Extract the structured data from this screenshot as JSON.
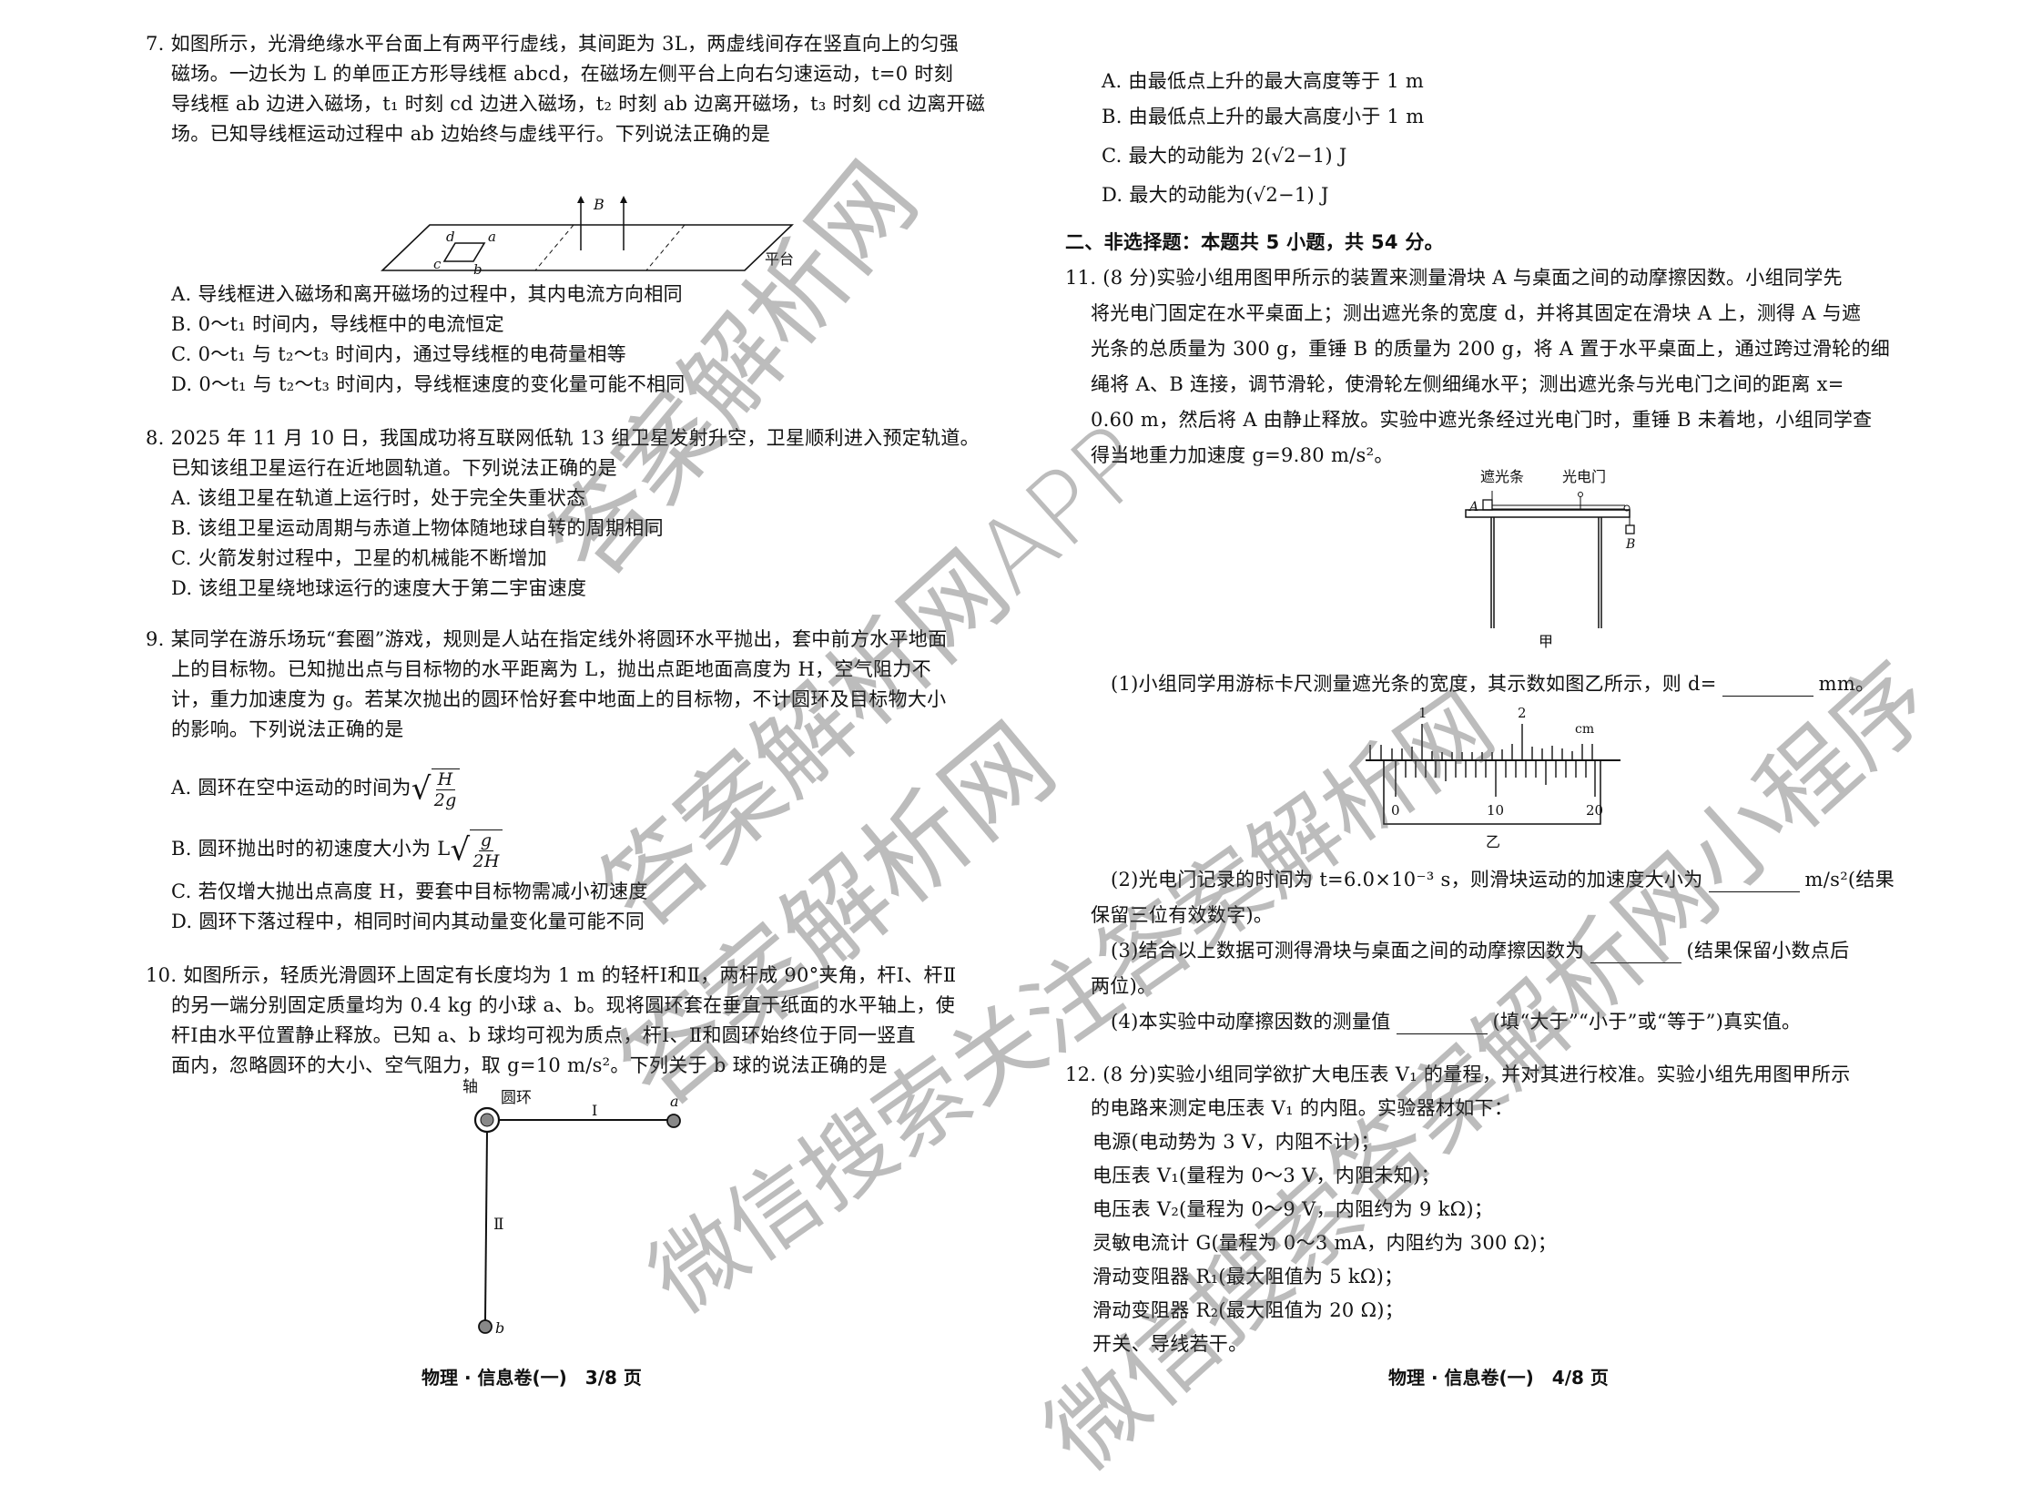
{
  "page_left": {
    "q7": {
      "lines": [
        "7. 如图所示，光滑绝缘水平台面上有两平行虚线，其间距为 3L，两虚线间存在竖直向上的匀强",
        "磁场。一边长为 L 的单匝正方形导线框 abcd，在磁场左侧平台上向右匀速运动，t=0 时刻",
        "导线框 ab 边进入磁场，t₁ 时刻 cd 边进入磁场，t₂ 时刻 ab 边离开磁场，t₃ 时刻 cd 边离开磁",
        "场。已知导线框运动过程中 ab 边始终与虚线平行。下列说法正确的是"
      ],
      "figure": {
        "label_B": "B",
        "label_platform": "平台",
        "corners": [
          "a",
          "b",
          "c",
          "d"
        ]
      },
      "options": [
        "A. 导线框进入磁场和离开磁场的过程中，其内电流方向相同",
        "B. 0～t₁ 时间内，导线框中的电流恒定",
        "C. 0～t₁ 与 t₂～t₃ 时间内，通过导线框的电荷量相等",
        "D. 0～t₁ 与 t₂～t₃ 时间内，导线框速度的变化量可能不相同"
      ]
    },
    "q8": {
      "lines": [
        "8. 2025 年 11 月 10 日，我国成功将互联网低轨 13 组卫星发射升空，卫星顺利进入预定轨道。",
        "已知该组卫星运行在近地圆轨道。下列说法正确的是"
      ],
      "options": [
        "A. 该组卫星在轨道上运行时，处于完全失重状态",
        "B. 该组卫星运动周期与赤道上物体随地球自转的周期相同",
        "C. 火箭发射过程中，卫星的机械能不断增加",
        "D. 该组卫星绕地球运行的速度大于第二宇宙速度"
      ]
    },
    "q9": {
      "lines": [
        "9. 某同学在游乐场玩“套圈”游戏，规则是人站在指定线外将圆环水平抛出，套中前方水平地面",
        "上的目标物。已知抛出点与目标物的水平距离为 L，抛出点距地面高度为 H，空气阻力不",
        "计，重力加速度为 g。若某次抛出的圆环恰好套中地面上的目标物，不计圆环及目标物大小",
        "的影响。下列说法正确的是"
      ],
      "optA_text": "A. 圆环在空中运动的时间为",
      "optA_num": "H",
      "optA_den": "2g",
      "optB_text": "B. 圆环抛出时的初速度大小为 L",
      "optB_num": "g",
      "optB_den": "2H",
      "optC": "C. 若仅增大抛出点高度 H，要套中目标物需减小初速度",
      "optD": "D. 圆环下落过程中，相同时间内其动量变化量可能不同"
    },
    "q10": {
      "lines": [
        "10. 如图所示，轻质光滑圆环上固定有长度均为 1 m 的轻杆Ⅰ和Ⅱ，两杆成 90°夹角，杆Ⅰ、杆Ⅱ",
        "的另一端分别固定质量均为 0.4 kg 的小球 a、b。现将圆环套在垂直于纸面的水平轴上，使",
        "杆Ⅰ由水平位置静止释放。已知 a、b 球均可视为质点，杆Ⅰ、Ⅱ和圆环始终位于同一竖直",
        "面内，忽略圆环的大小、空气阻力，取 g=10 m/s²。下列关于 b 球的说法正确的是"
      ],
      "figure": {
        "axis_label": "轴",
        "ring_label": "圆环",
        "rod1": "Ⅰ",
        "rod2": "Ⅱ",
        "ball_a": "a",
        "ball_b": "b"
      }
    },
    "footer": "物理 · 信息卷(一)　3/8 页"
  },
  "page_right": {
    "q10_options": [
      "A. 由最低点上升的最大高度等于 1 m",
      "B. 由最低点上升的最大高度小于 1 m",
      "C. 最大的动能为 2(√2−1) J",
      "D. 最大的动能为(√2−1) J"
    ],
    "section_title": "二、非选择题：本题共 5 小题，共 54 分。",
    "q11": {
      "lines": [
        "11. (8 分)实验小组用图甲所示的装置来测量滑块 A 与桌面之间的动摩擦因数。小组同学先",
        "将光电门固定在水平桌面上；测出遮光条的宽度 d，并将其固定在滑块 A 上，测得 A 与遮",
        "光条的总质量为 300 g，重锤 B 的质量为 200 g，将 A 置于水平桌面上，通过跨过滑轮的细",
        "绳将 A、B 连接，调节滑轮，使滑轮左侧细绳水平；测出遮光条与光电门之间的距离 x=",
        "0.60 m，然后将 A 由静止释放。实验中遮光条经过光电门时，重锤 B 未着地，小组同学查",
        "得当地重力加速度 g=9.80 m/s²。"
      ],
      "fig_jia": {
        "label_strip": "遮光条",
        "label_gate": "光电门",
        "label_A": "A",
        "label_B": "B",
        "caption": "甲"
      },
      "sub1_pre": "(1)小组同学用游标卡尺测量遮光条的宽度，其示数如图乙所示，则 d=",
      "sub1_post": "mm。",
      "fig_yi": {
        "main_labels": [
          "1",
          "2"
        ],
        "unit": "cm",
        "vernier_labels": [
          "0",
          "10",
          "20"
        ],
        "caption": "乙"
      },
      "sub2_pre": "(2)光电门记录的时间为 t=6.0×10⁻³ s，则滑块运动的加速度大小为",
      "sub2_post": "m/s²(结果",
      "sub2_line2": "保留三位有效数字)。",
      "sub3_pre": "(3)结合以上数据可测得滑块与桌面之间的动摩擦因数为",
      "sub3_post": "(结果保留小数点后",
      "sub3_line2": "两位)。",
      "sub4_pre": "(4)本实验中动摩擦因数的测量值",
      "sub4_post": "(填“大于”“小于”或“等于”)真实值。"
    },
    "q12": {
      "lines": [
        "12. (8 分)实验小组同学欲扩大电压表 V₁ 的量程，并对其进行校准。实验小组先用图甲所示",
        "的电路来测定电压表 V₁ 的内阻。实验器材如下："
      ],
      "equipment": [
        "电源(电动势为 3 V，内阻不计)；",
        "电压表 V₁(量程为 0～3 V，内阻未知)；",
        "电压表 V₂(量程为 0～9 V，内阻约为 9 kΩ)；",
        "灵敏电流计 G(量程为 0～3 mA，内阻约为 300 Ω)；",
        "滑动变阻器 R₁(最大阻值为 5 kΩ)；",
        "滑动变阻器 R₂(最大阻值为 20 Ω)；",
        "开关、导线若干。"
      ]
    },
    "footer": "物理 · 信息卷(一)　4/8 页"
  },
  "watermarks": [
    "答案解析网",
    "答案解析网APP",
    "答案解析网",
    "微信搜索关注答案解析网",
    "微信搜索答案解析网小程序",
    "答案解析网小程序"
  ]
}
